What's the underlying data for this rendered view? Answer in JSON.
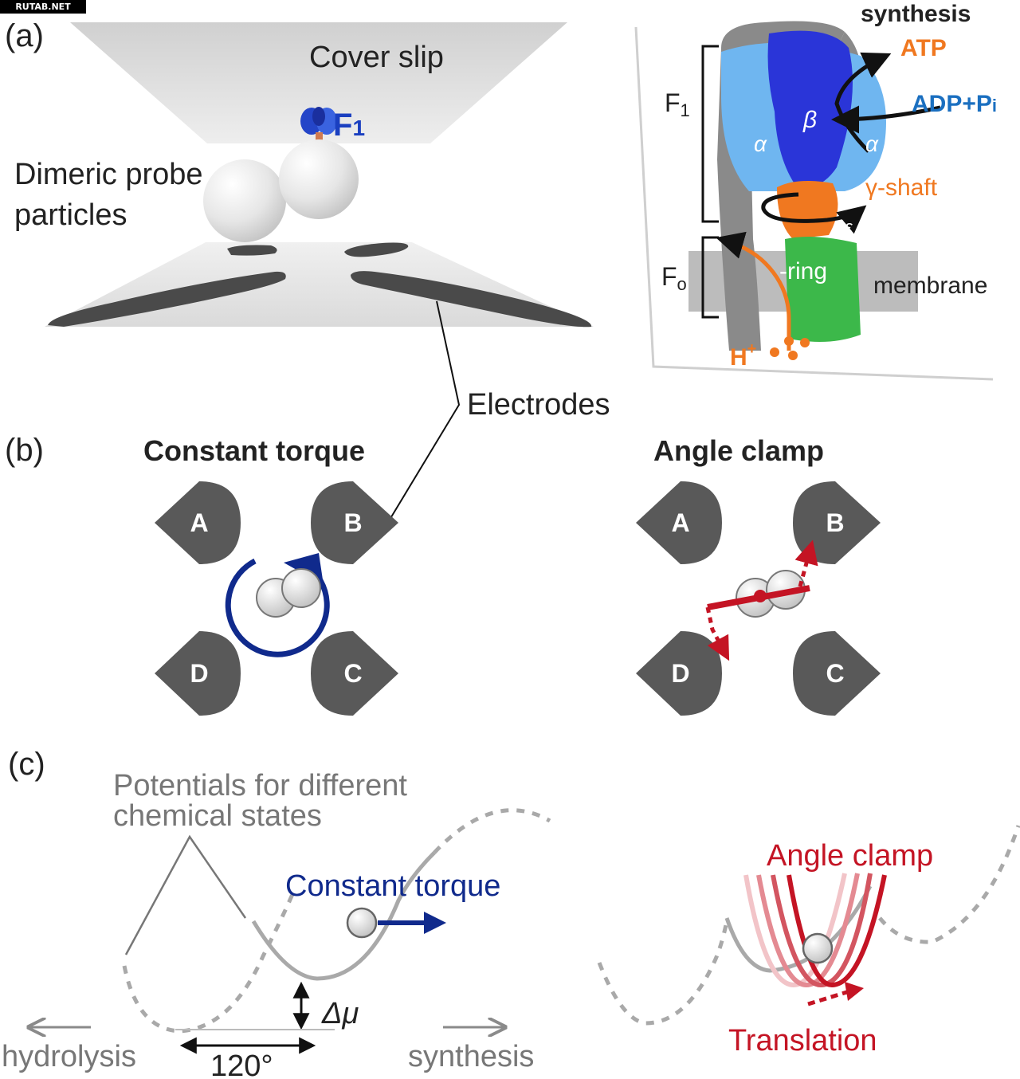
{
  "watermark": "RUTAB.NET",
  "panel_a": {
    "label": "(a)",
    "cover_slip": "Cover slip",
    "f1_main": "F",
    "f1_sub": "1",
    "dimeric_line1": "Dimeric probe",
    "dimeric_line2": "particles",
    "electrodes": "Electrodes",
    "inset": {
      "synthesis": "synthesis",
      "atp": "ATP",
      "adp": "ADP+P",
      "adp_sub": "i",
      "beta": "β",
      "alpha_left": "α",
      "alpha_right": "α",
      "gamma_shaft": "γ-shaft",
      "epsilon": "ε",
      "f1_label": "F",
      "f1_label_sub": "1",
      "fo_label": "F",
      "fo_label_sub": "o",
      "c_ring": "-ring",
      "membrane": "membrane",
      "proton": "H",
      "proton_sup": "+"
    }
  },
  "panel_b": {
    "label": "(b)",
    "constant_torque": "Constant torque",
    "angle_clamp": "Angle clamp",
    "electrodes": [
      "A",
      "B",
      "C",
      "D"
    ]
  },
  "panel_c": {
    "label": "(c)",
    "potentials_line1": "Potentials for different",
    "potentials_line2": "chemical states",
    "constant_torque": "Constant torque",
    "delta_mu": "Δμ",
    "angle_120": "120°",
    "hydrolysis": "hydrolysis",
    "synthesis": "synthesis",
    "angle_clamp": "Angle clamp",
    "translation": "Translation"
  },
  "colors": {
    "torque_blue": "#102a8c",
    "clamp_red": "#c41424",
    "inset_orange": "#f07820",
    "inset_blue": "#1a6fc0",
    "electrode_gray": "#595959",
    "potential_gray": "#9a9a9a"
  }
}
